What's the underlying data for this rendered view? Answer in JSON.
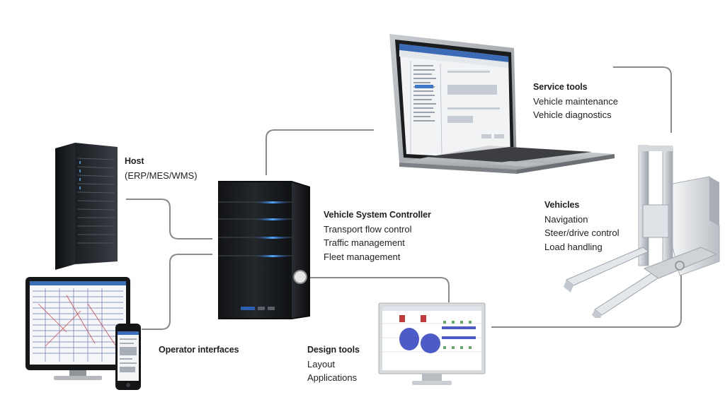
{
  "nodes": {
    "host": {
      "title": "Host",
      "lines": [
        "(ERP/MES/WMS)"
      ]
    },
    "controller": {
      "title": "Vehicle System Controller",
      "lines": [
        "Transport flow control",
        "Traffic management",
        "Fleet management"
      ]
    },
    "service": {
      "title": "Service tools",
      "lines": [
        "Vehicle maintenance",
        "Vehicle diagnostics"
      ]
    },
    "vehicles": {
      "title": "Vehicles",
      "lines": [
        "Navigation",
        "Steer/drive control",
        "Load handling"
      ]
    },
    "operator": {
      "title": "Operator interfaces",
      "lines": []
    },
    "design": {
      "title": "Design tools",
      "lines": [
        "Layout",
        "Applications"
      ]
    }
  },
  "icons": [
    "host-server-icon",
    "controller-server-icon",
    "laptop-icon",
    "forklift-vehicle-icon",
    "desktop-monitor-icon",
    "smartphone-icon",
    "design-monitor-icon"
  ]
}
